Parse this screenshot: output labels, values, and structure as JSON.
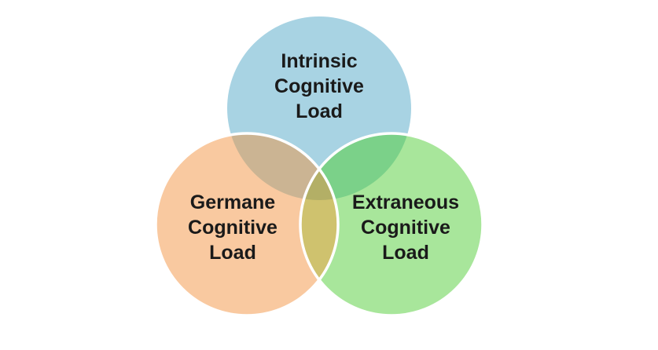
{
  "diagram": {
    "type": "venn",
    "background": "#FFFFFF",
    "stroke_color": "#FFFFFF",
    "text_color": "#1A1A1A",
    "sets": [
      {
        "id": "intrinsic",
        "label": "Intrinsic Cognitive Load",
        "label_lines": [
          "Intrinsic",
          "Cognitive",
          "Load"
        ],
        "color": "#A8D3E3"
      },
      {
        "id": "germane",
        "label": "Germane Cognitive Load",
        "label_lines": [
          "Germane",
          "Cognitive",
          "Load"
        ],
        "color": "#F9C9A0"
      },
      {
        "id": "extraneous",
        "label": "Extraneous Cognitive Load",
        "label_lines": [
          "Extraneous",
          "Cognitive",
          "Load"
        ],
        "color": "#A8E69B"
      }
    ],
    "overlaps": {
      "intrinsic_germane": "#CBB493",
      "intrinsic_extraneous": "#7BD189",
      "germane_extraneous": "#CFC26E",
      "all_three": "#B3AF66"
    }
  }
}
